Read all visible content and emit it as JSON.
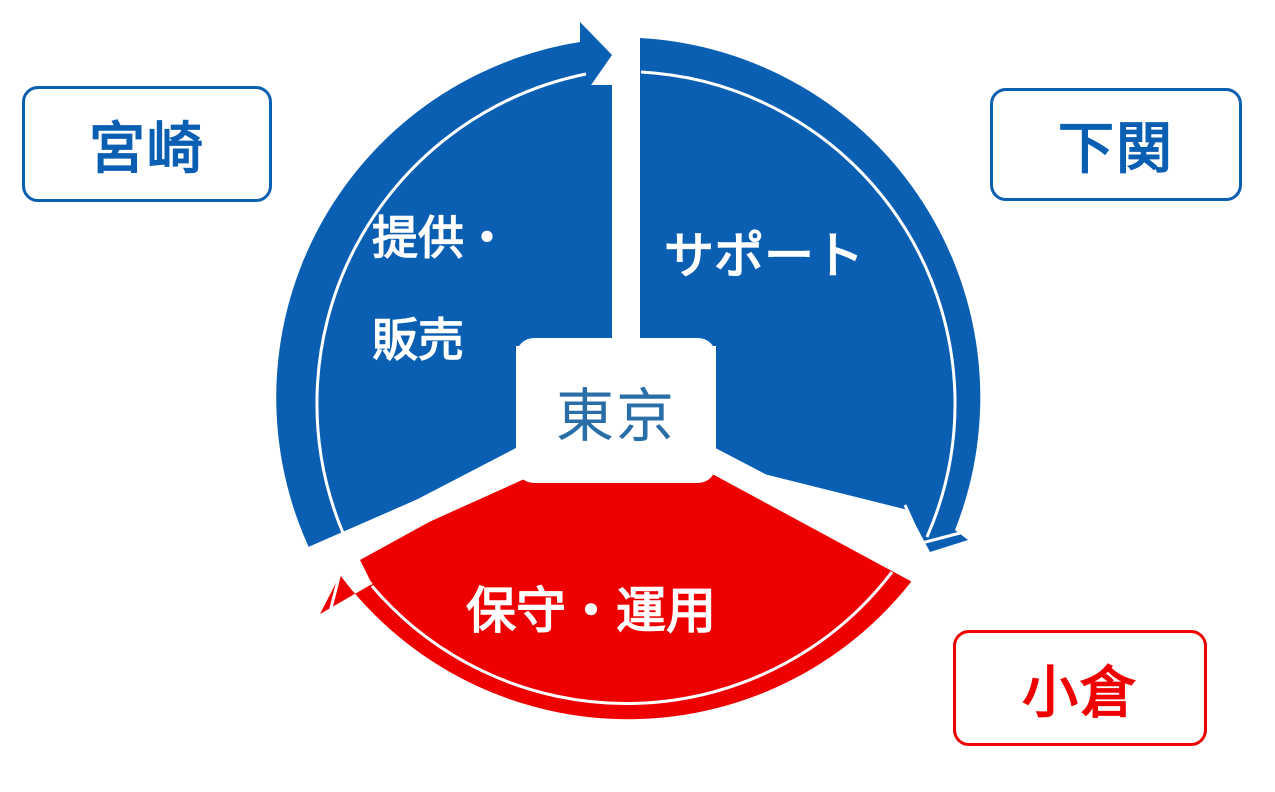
{
  "center": {
    "label": "東京"
  },
  "segments": [
    {
      "id": "sales",
      "line1": "提供・",
      "line2": "販売",
      "color": "#0a5fb3"
    },
    {
      "id": "support",
      "label": "サポート",
      "color": "#0a5fb3"
    },
    {
      "id": "maintenance",
      "label": "保守・運用",
      "color": "#ee0000"
    }
  ],
  "locations": {
    "miyazaki": {
      "label": "宮崎",
      "color": "#0a5fb3"
    },
    "shimonoseki": {
      "label": "下関",
      "color": "#0a5fb3"
    },
    "kokura": {
      "label": "小倉",
      "color": "#ee0000"
    }
  }
}
